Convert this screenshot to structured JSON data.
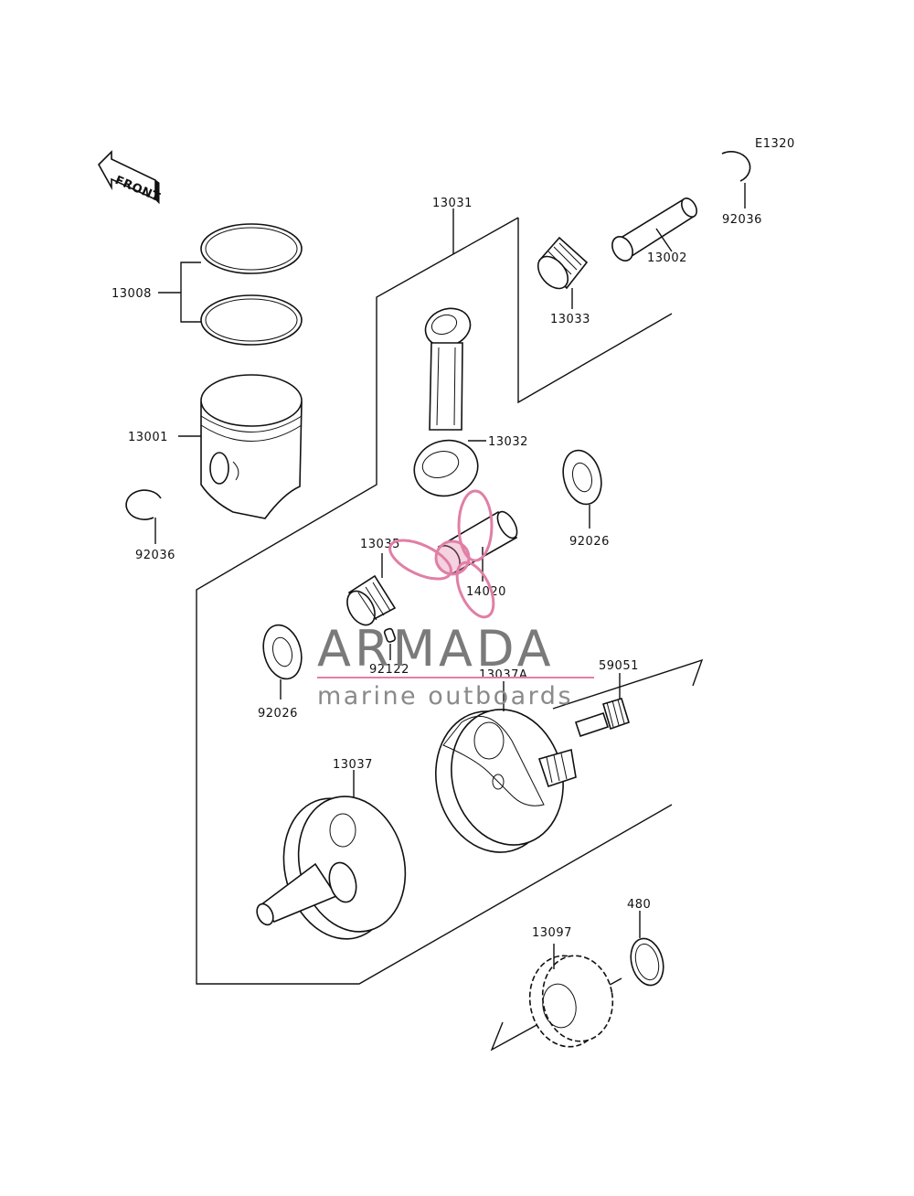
{
  "diagram": {
    "code": "E1320",
    "front_label": "FRONT",
    "parts": [
      {
        "id": "p13008",
        "number": "13008"
      },
      {
        "id": "p13001",
        "number": "13001"
      },
      {
        "id": "p92036a",
        "number": "92036"
      },
      {
        "id": "p13031",
        "number": "13031"
      },
      {
        "id": "p13002",
        "number": "13002"
      },
      {
        "id": "p92036b",
        "number": "92036"
      },
      {
        "id": "p13033",
        "number": "13033"
      },
      {
        "id": "p13032",
        "number": "13032"
      },
      {
        "id": "p92026a",
        "number": "92026"
      },
      {
        "id": "p14020",
        "number": "14020"
      },
      {
        "id": "p13035",
        "number": "13035"
      },
      {
        "id": "p92122",
        "number": "92122"
      },
      {
        "id": "p92026b",
        "number": "92026"
      },
      {
        "id": "p13037A",
        "number": "13037A"
      },
      {
        "id": "p59051",
        "number": "59051"
      },
      {
        "id": "p13037",
        "number": "13037"
      },
      {
        "id": "p480",
        "number": "480"
      },
      {
        "id": "p13097",
        "number": "13097"
      }
    ]
  },
  "watermark": {
    "brand": "ARMADA",
    "tagline": "marine outboards",
    "colors": {
      "logo": "#e07fa6",
      "text": "#7a7a7a",
      "rule": "#e07fa6"
    }
  }
}
